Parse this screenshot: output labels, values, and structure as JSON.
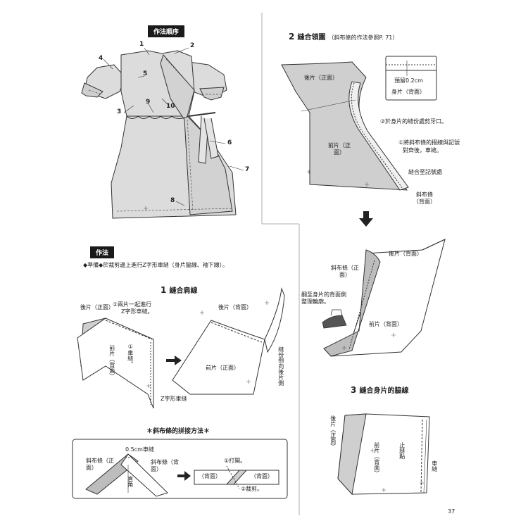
{
  "order_section": {
    "badge": "作法順序",
    "callouts": [
      "1",
      "2",
      "3",
      "4",
      "5",
      "6",
      "7",
      "8",
      "9",
      "10"
    ]
  },
  "method_section": {
    "badge": "作法",
    "prep": "◆準備◆於裁剪邊上進行Z字形車縫（身片脇線、袖下線）。"
  },
  "step1": {
    "number": "1",
    "title": "縫合肩線",
    "back_right": "後片（正面）",
    "note_zigzag_together": "②兩片一起進行",
    "note_zigzag_together2": "Z字形車縫。",
    "front_wrong": "前片（背面）",
    "note_sew": "①車縫。",
    "zigzag_label": "Z字形車縫",
    "back_wrong": "後片（背面）",
    "front_right": "前片（正面）",
    "seam_allowance_note": "縫份倒向後片側"
  },
  "bias_join": {
    "title": "＊斜布條的拼接方法＊",
    "seam_label": "0.5cm車縫",
    "bias_right": "斜布條（正面）",
    "bias_wrong": "斜布條（背面）",
    "right_angle": "直角",
    "open_label": "①打開。",
    "wrong_left": "（背面）",
    "wrong_right": "（背面）",
    "cut_label": "②裁剪。"
  },
  "step2": {
    "number": "2",
    "title": "縫合領圍",
    "ref": "（斜布條的作法參照P. 71）",
    "back_right": "後片（正面）",
    "leave_label": "預留0.2cm",
    "body_wrong": "身片（背面）",
    "note_snip": "②於身片的縫份處剪牙口。",
    "front_right": "前片（正面）",
    "note_align1": "①將斜布條的摺線與記號",
    "note_align2": "對齊後，車縫。",
    "sew_to_mark": "縫合至記號處",
    "bias_wrong": "斜布條（背面）",
    "arrow_icon": "down-arrow-icon",
    "back_wrong": "後片（背面）",
    "bias_label": "斜布條（正面）",
    "fold_note1": "翻至身片的背面側",
    "fold_note2": "整理輪廓。",
    "front_wrong": "前片（背面）"
  },
  "step3": {
    "number": "3",
    "title": "縫合身片的脇線",
    "back_right": "後片（正面）",
    "front_wrong": "前片（背面）",
    "stop_point": "止縫點",
    "sew": "車縫"
  },
  "page_number": "37"
}
